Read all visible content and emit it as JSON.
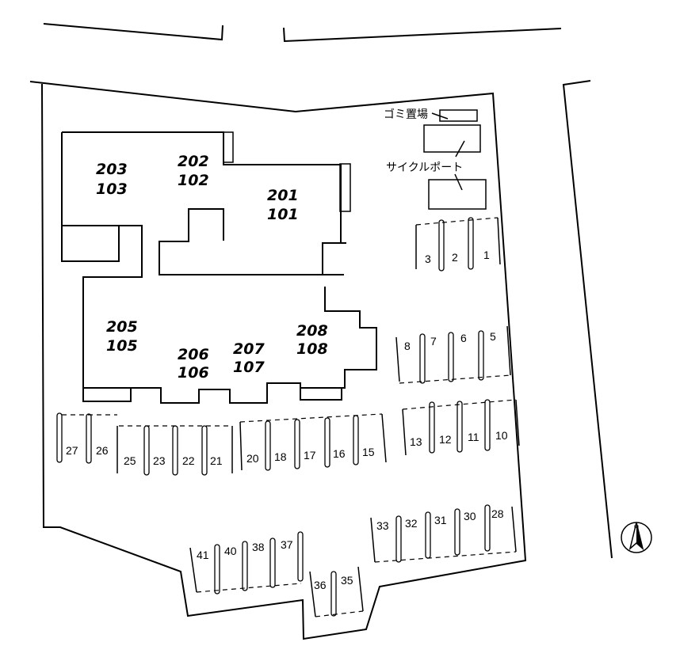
{
  "facilities": {
    "garbage": "ゴミ置場",
    "bicycle": "サイクルポート"
  },
  "north_symbol": "N",
  "units": [
    {
      "id": "u203",
      "upper": "203",
      "lower": "103"
    },
    {
      "id": "u202",
      "upper": "202",
      "lower": "102"
    },
    {
      "id": "u201",
      "upper": "201",
      "lower": "101"
    },
    {
      "id": "u205",
      "upper": "205",
      "lower": "105"
    },
    {
      "id": "u206",
      "upper": "206",
      "lower": "106"
    },
    {
      "id": "u207",
      "upper": "207",
      "lower": "107"
    },
    {
      "id": "u208",
      "upper": "208",
      "lower": "108"
    }
  ],
  "parking_stalls": [
    "1",
    "2",
    "3",
    "5",
    "6",
    "7",
    "8",
    "10",
    "11",
    "12",
    "13",
    "15",
    "16",
    "17",
    "18",
    "20",
    "21",
    "22",
    "23",
    "25",
    "26",
    "27",
    "28",
    "30",
    "31",
    "32",
    "33",
    "35",
    "36",
    "37",
    "38",
    "40",
    "41"
  ]
}
